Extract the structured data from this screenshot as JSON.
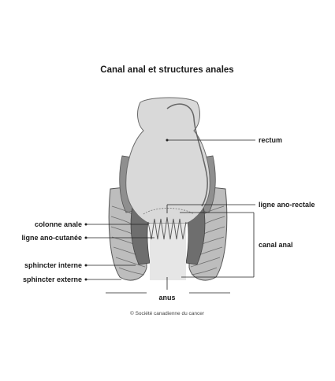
{
  "title": "Canal anal et structures anales",
  "labels": {
    "rectum": "rectum",
    "ligne_ano_rectale": "ligne ano-rectale",
    "canal_anal": "canal anal",
    "colonne_anale": "colonne anale",
    "ligne_ano_cutanee": "ligne ano-cutanée",
    "sphincter_interne": "sphincter interne",
    "sphincter_externe": "sphincter externe",
    "anus": "anus"
  },
  "credit": "© Société canadienne du cancer"
}
